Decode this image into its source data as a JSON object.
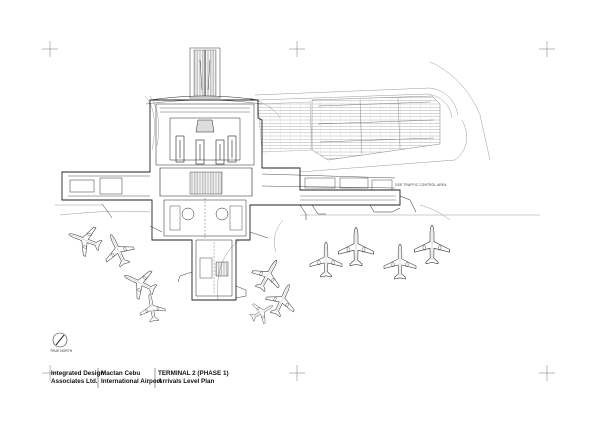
{
  "titleblock": {
    "firm": [
      "Integrated Design",
      "Associates Ltd."
    ],
    "project": [
      "Mactan Cebu",
      "International Airport"
    ],
    "sheet": [
      "TERMINAL 2 (PHASE 1)",
      "Arrivals Level Plan"
    ]
  },
  "north_label": "TRUE NORTH",
  "area_label": "GSE TRAFFIC CONTROL AREA",
  "colors": {
    "ink": "#111111",
    "linework": "#555555",
    "paper": "#ffffff"
  }
}
